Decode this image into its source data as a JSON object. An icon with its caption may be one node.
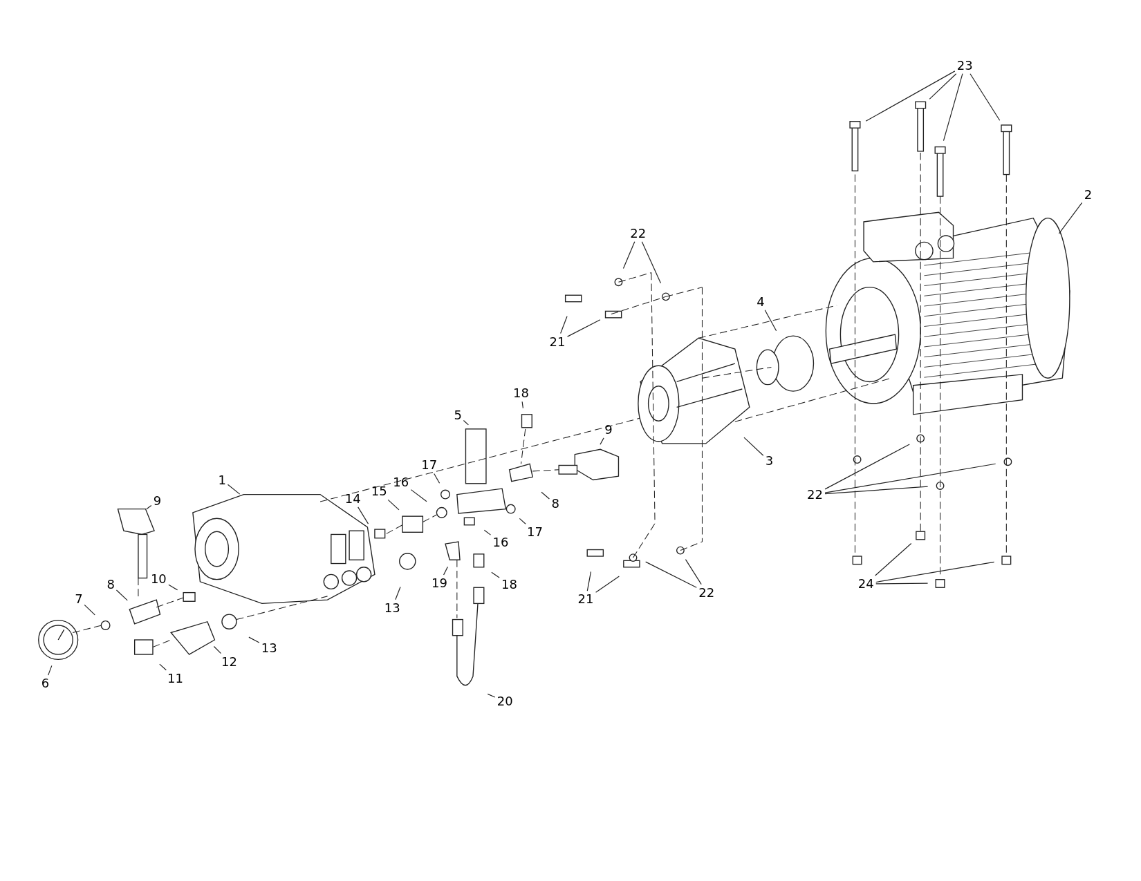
{
  "diagram": {
    "nodes": [
      {
        "text": [
          "1"
        ]
      },
      {
        "text": [
          "2"
        ]
      },
      {
        "text": [
          "3"
        ]
      },
      {
        "text": [
          "4"
        ]
      },
      {
        "text": [
          "5"
        ]
      },
      {
        "text": [
          "6"
        ]
      },
      {
        "text": [
          "7"
        ]
      },
      {
        "text": [
          "8"
        ]
      },
      {
        "text": [
          "8"
        ]
      },
      {
        "text": [
          "9"
        ]
      },
      {
        "text": [
          "9"
        ]
      },
      {
        "text": [
          "10"
        ]
      },
      {
        "text": [
          "11"
        ]
      },
      {
        "text": [
          "12"
        ]
      },
      {
        "text": [
          "13"
        ]
      },
      {
        "text": [
          "13"
        ]
      },
      {
        "text": [
          "14"
        ]
      },
      {
        "text": [
          "15"
        ]
      },
      {
        "text": [
          "16"
        ]
      },
      {
        "text": [
          "16"
        ]
      },
      {
        "text": [
          "17"
        ]
      },
      {
        "text": [
          "17"
        ]
      },
      {
        "text": [
          "18"
        ]
      },
      {
        "text": [
          "18"
        ]
      },
      {
        "text": [
          "19"
        ]
      },
      {
        "text": [
          "20"
        ]
      },
      {
        "text": [
          "21"
        ]
      },
      {
        "text": [
          "22"
        ]
      },
      {
        "text": [
          "21"
        ]
      },
      {
        "text": [
          "22"
        ]
      },
      {
        "text": [
          "22"
        ]
      },
      {
        "text": [
          "23"
        ]
      },
      {
        "text": [
          "24"
        ]
      }
    ],
    "edges": [
      {
        "from": 0,
        "to": null,
        "arrow": "none"
      },
      {
        "from": 1,
        "to": null,
        "arrow": "none"
      },
      {
        "from": 2,
        "to": null,
        "arrow": "none"
      },
      {
        "from": 3,
        "to": null,
        "arrow": "none"
      },
      {
        "from": 4,
        "to": null,
        "arrow": "none"
      },
      {
        "from": 5,
        "to": null,
        "arrow": "none"
      },
      {
        "from": 6,
        "to": null,
        "arrow": "none"
      },
      {
        "from": 7,
        "to": null,
        "arrow": "none"
      },
      {
        "from": 8,
        "to": null,
        "arrow": "none"
      },
      {
        "from": 9,
        "to": null,
        "arrow": "none"
      },
      {
        "from": 10,
        "to": null,
        "arrow": "none"
      },
      {
        "from": 11,
        "to": null,
        "arrow": "none"
      },
      {
        "from": 12,
        "to": null,
        "arrow": "none"
      },
      {
        "from": 13,
        "to": null,
        "arrow": "none"
      },
      {
        "from": 14,
        "to": null,
        "arrow": "none"
      },
      {
        "from": 15,
        "to": null,
        "arrow": "none"
      },
      {
        "from": 16,
        "to": null,
        "arrow": "none"
      },
      {
        "from": 17,
        "to": null,
        "arrow": "none"
      },
      {
        "from": 18,
        "to": null,
        "arrow": "none"
      },
      {
        "from": 19,
        "to": null,
        "arrow": "none"
      },
      {
        "from": 20,
        "to": null,
        "arrow": "none"
      },
      {
        "from": 21,
        "to": null,
        "arrow": "none"
      },
      {
        "from": 22,
        "to": null,
        "arrow": "none"
      },
      {
        "from": 23,
        "to": null,
        "arrow": "none"
      },
      {
        "from": 24,
        "to": null,
        "arrow": "none"
      },
      {
        "from": 25,
        "to": null,
        "arrow": "none"
      },
      {
        "from": 26,
        "to": null,
        "arrow": "none"
      },
      {
        "from": 26,
        "to": null,
        "arrow": "none"
      },
      {
        "from": 27,
        "to": null,
        "arrow": "none"
      },
      {
        "from": 27,
        "to": null,
        "arrow": "none"
      },
      {
        "from": 28,
        "to": null,
        "arrow": "none"
      },
      {
        "from": 28,
        "to": null,
        "arrow": "none"
      },
      {
        "from": 29,
        "to": null,
        "arrow": "none"
      },
      {
        "from": 29,
        "to": null,
        "arrow": "none"
      },
      {
        "from": 30,
        "to": null,
        "arrow": "none"
      },
      {
        "from": 30,
        "to": null,
        "arrow": "none"
      },
      {
        "from": 30,
        "to": null,
        "arrow": "none"
      },
      {
        "from": 31,
        "to": null,
        "arrow": "none"
      },
      {
        "from": 31,
        "to": null,
        "arrow": "none"
      },
      {
        "from": 31,
        "to": null,
        "arrow": "none"
      },
      {
        "from": 31,
        "to": null,
        "arrow": "none"
      },
      {
        "from": 32,
        "to": null,
        "arrow": "none"
      },
      {
        "from": 32,
        "to": null,
        "arrow": "none"
      },
      {
        "from": 32,
        "to": null,
        "arrow": "none"
      }
    ]
  }
}
